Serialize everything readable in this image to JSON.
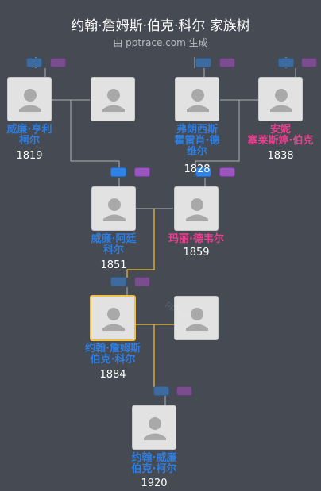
{
  "header": {
    "title": "约翰·詹姆斯·伯克·科尔 家族树",
    "subtitle": "由 pptrace.com 生成"
  },
  "watermark": "pptrace",
  "colors": {
    "background": "#454a53",
    "male": "#2f7ee0",
    "female": "#e8418f",
    "selected_border": "#f2c040",
    "link_line": "#f2c040"
  },
  "people": {
    "william_henry": {
      "name": "威廉·亨利\n柯尔",
      "year": "1819"
    },
    "unknown_a": {
      "name": "",
      "year": ""
    },
    "francis": {
      "name": "弗朗西斯\n霍雷肖·德\n维尔",
      "year": "1828"
    },
    "anne": {
      "name": "安妮\n塞莱斯婷·伯克",
      "year": "1838"
    },
    "william_arthur": {
      "name": "威廉·阿廷\n科尔",
      "year": "1851"
    },
    "mary": {
      "name": "玛丽·德韦尔",
      "year": "1859"
    },
    "john_james": {
      "name": "约翰·詹姆斯\n伯克·科尔",
      "year": "1884"
    },
    "unknown_b": {
      "name": "",
      "year": ""
    },
    "john_william": {
      "name": "约翰·威廉\n伯克·柯尔",
      "year": "1920"
    }
  },
  "buttons": {
    "father_icon": "father-toggle-icon",
    "mother_icon": "mother-toggle-icon"
  }
}
